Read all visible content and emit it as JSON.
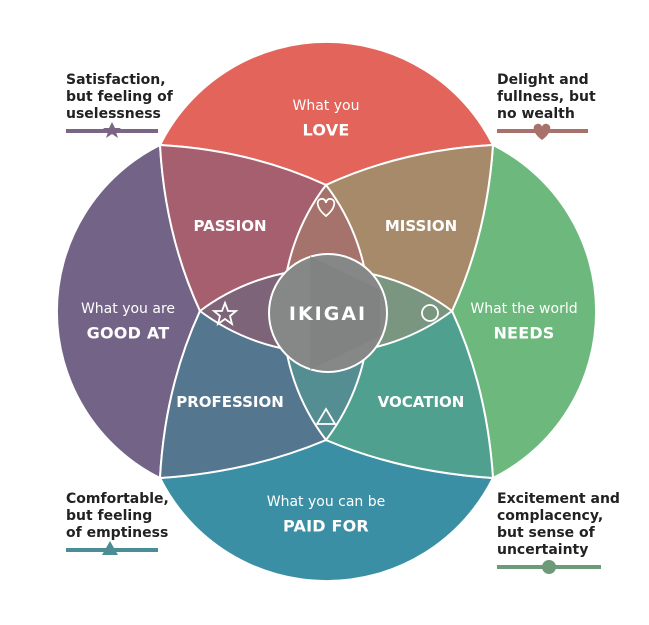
{
  "circles": {
    "love": {
      "line1": "What you",
      "line2": "LOVE",
      "color": "#e3645a"
    },
    "good_at": {
      "line1": "What you are",
      "line2": "GOOD AT",
      "color": "#736487"
    },
    "needs": {
      "line1": "What the world",
      "line2": "NEEDS",
      "color": "#6db87c"
    },
    "paid_for": {
      "line1": "What you can be",
      "line2": "PAID FOR",
      "color": "#3b8fa5"
    }
  },
  "segments": {
    "passion": {
      "label": "PASSION",
      "color": "#a65f6e"
    },
    "mission": {
      "label": "MISSION",
      "color": "#a68a6a"
    },
    "profession": {
      "label": "PROFESSION",
      "color": "#55768f"
    },
    "vocation": {
      "label": "VOCATION",
      "color": "#50a08f"
    }
  },
  "center": {
    "label": "IKIGAI",
    "color": "#858887"
  },
  "notes": {
    "top_left": {
      "lines": [
        "Satisfaction,",
        "but feeling of",
        "uselessness"
      ],
      "icon": "star-icon",
      "color": "#7a6585"
    },
    "top_right": {
      "lines": [
        "Delight and",
        "fullness, but",
        "no wealth"
      ],
      "icon": "heart-icon",
      "color": "#a8716b"
    },
    "bottom_left": {
      "lines": [
        "Comfortable,",
        "but feeling",
        "of emptiness"
      ],
      "icon": "triangle-icon",
      "color": "#4a8d95"
    },
    "bottom_right": {
      "lines": [
        "Excitement and",
        "complacency,",
        "but sense of",
        "uncertainty"
      ],
      "icon": "circle-icon",
      "color": "#6d9a78"
    }
  }
}
